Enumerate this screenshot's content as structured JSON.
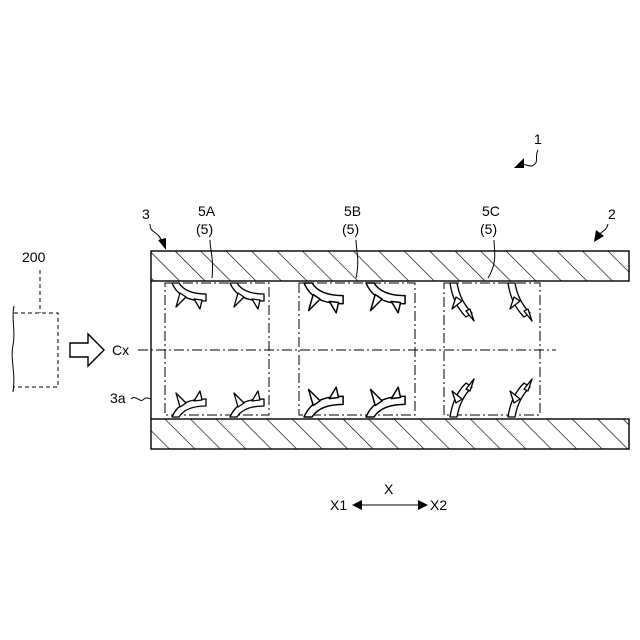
{
  "figure": {
    "ref_device": "1",
    "ref_pipe": "2",
    "ref_body": "3",
    "ref_inner_surface": "3a",
    "ref_source": "200",
    "ref_axis": "Cx",
    "groups": [
      {
        "name": "5A",
        "sub": "(5)"
      },
      {
        "name": "5B",
        "sub": "(5)"
      },
      {
        "name": "5C",
        "sub": "(5)"
      }
    ],
    "direction": {
      "axis": "X",
      "left": "X1",
      "right": "X2"
    }
  }
}
